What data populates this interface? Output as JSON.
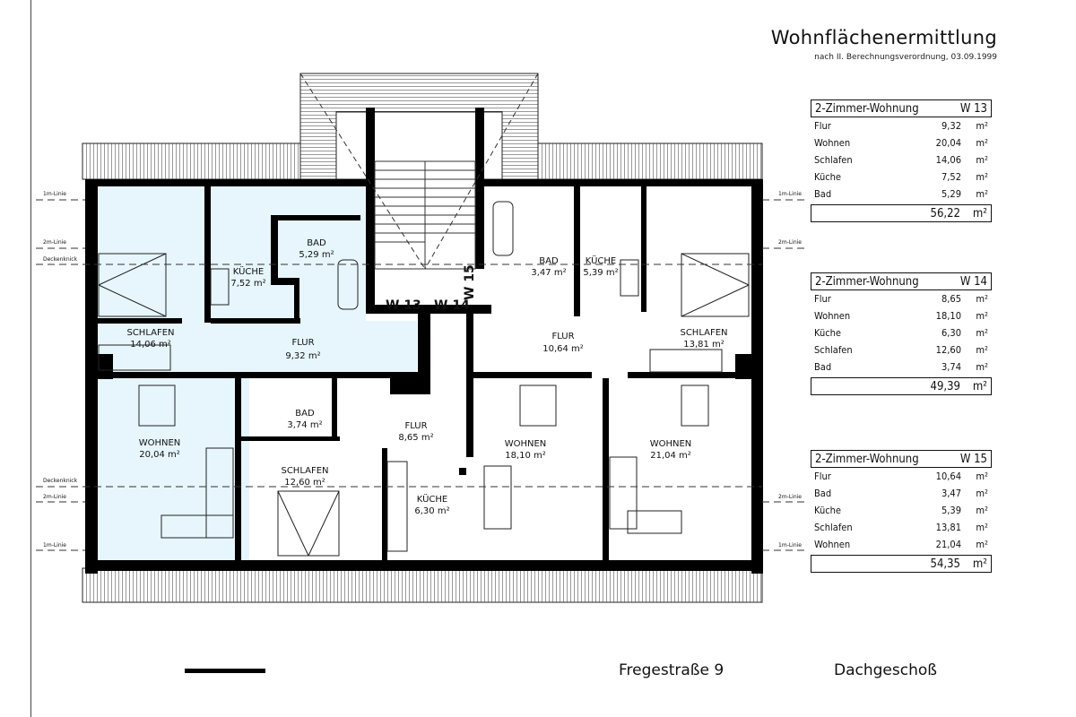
{
  "header": {
    "title": "Wohnflächenermittlung",
    "subtitle": "nach II. Berechnungsverordnung, 03.09.1999"
  },
  "colors": {
    "unit_w13_fill": "#e6f6fc",
    "wall": "#000000"
  },
  "plan": {
    "level_lines": {
      "line_1m": "1m-Linie",
      "line_2m": "2m-Linie",
      "ceiling_break": "Deckenknick"
    },
    "unit_markers": [
      "W 13",
      "W 14",
      "W 15"
    ],
    "rooms": [
      {
        "name": "SCHLAFEN",
        "area": "14,06  m²"
      },
      {
        "name": "KÜCHE",
        "area": "7,52  m²"
      },
      {
        "name": "BAD",
        "area": "5,29  m²"
      },
      {
        "name": "FLUR",
        "area": "9,32  m²"
      },
      {
        "name": "WOHNEN",
        "area": "20,04  m²"
      },
      {
        "name": "BAD",
        "area": "3,74  m²"
      },
      {
        "name": "FLUR",
        "area": "8,65  m²"
      },
      {
        "name": "SCHLAFEN",
        "area": "12,60  m²"
      },
      {
        "name": "KÜCHE",
        "area": "6,30  m²"
      },
      {
        "name": "BAD",
        "area": "3,47  m²"
      },
      {
        "name": "KÜCHE",
        "area": "5,39  m²"
      },
      {
        "name": "FLUR",
        "area": "10,64  m²"
      },
      {
        "name": "SCHLAFEN",
        "area": "13,81  m²"
      },
      {
        "name": "WOHNEN",
        "area": "18,10  m²"
      },
      {
        "name": "WOHNEN",
        "area": "21,04  m²"
      }
    ]
  },
  "units": [
    {
      "title": "2-Zimmer-Wohnung",
      "id": "W 13",
      "rows": [
        {
          "room": "Flur",
          "area": "9,32"
        },
        {
          "room": "Wohnen",
          "area": "20,04"
        },
        {
          "room": "Schlafen",
          "area": "14,06"
        },
        {
          "room": "Küche",
          "area": "7,52"
        },
        {
          "room": "Bad",
          "area": "5,29"
        }
      ],
      "total": "56,22",
      "unit": "m²"
    },
    {
      "title": "2-Zimmer-Wohnung",
      "id": "W 14",
      "rows": [
        {
          "room": "Flur",
          "area": "8,65"
        },
        {
          "room": "Wohnen",
          "area": "18,10"
        },
        {
          "room": "Küche",
          "area": "6,30"
        },
        {
          "room": "Schlafen",
          "area": "12,60"
        },
        {
          "room": "Bad",
          "area": "3,74"
        }
      ],
      "total": "49,39",
      "unit": "m²"
    },
    {
      "title": "2-Zimmer-Wohnung",
      "id": "W 15",
      "rows": [
        {
          "room": "Flur",
          "area": "10,64"
        },
        {
          "room": "Bad",
          "area": "3,47"
        },
        {
          "room": "Küche",
          "area": "5,39"
        },
        {
          "room": "Schlafen",
          "area": "13,81"
        },
        {
          "room": "Wohnen",
          "area": "21,04"
        }
      ],
      "total": "54,35",
      "unit": "m²"
    }
  ],
  "footer": {
    "address": "Fregestraße 9",
    "floor": "Dachgeschoß"
  }
}
